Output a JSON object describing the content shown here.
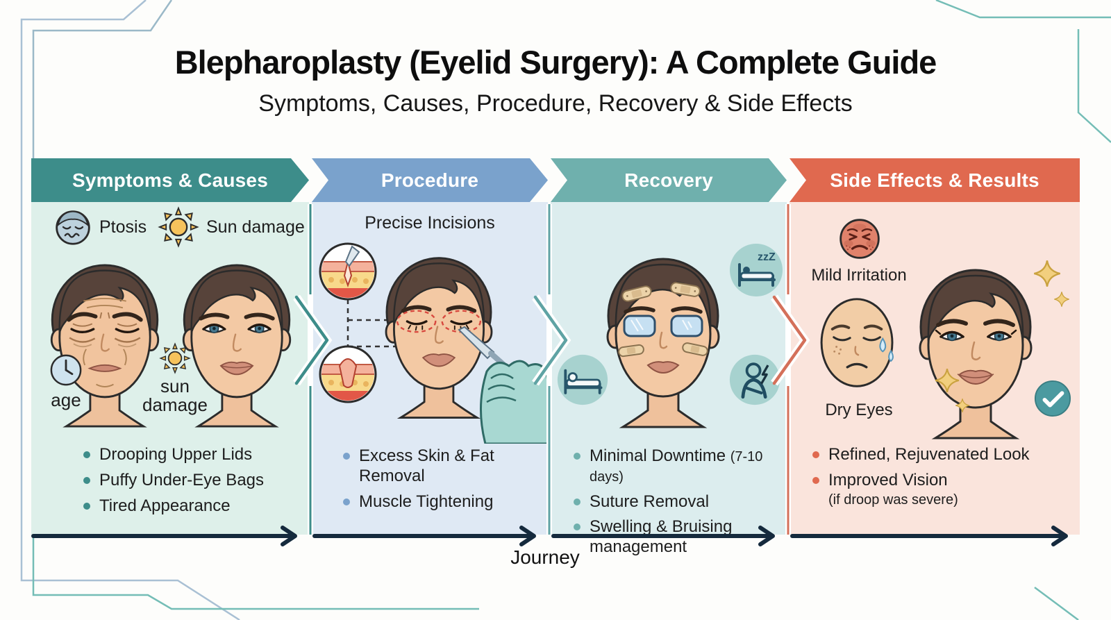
{
  "header": {
    "title": "Blepharoplasty (Eyelid Surgery): A Complete Guide",
    "subtitle": "Symptoms, Causes, Procedure, Recovery & Side Effects"
  },
  "colors": {
    "teal": "#3d8d8a",
    "blue": "#7aa2cc",
    "teal_light": "#6fb0ad",
    "coral": "#e0694f",
    "arrow_line": "#152a3d",
    "body_mint": "#def0ea",
    "body_blue": "#dfe9f4",
    "body_cyan": "#dcedee",
    "body_peach": "#fae4dc"
  },
  "panels": [
    {
      "header": "Symptoms & Causes",
      "accent": "#3d8d8a",
      "top_labels": [
        {
          "icon": "ptosis-face-icon",
          "label": "Ptosis"
        },
        {
          "icon": "sun-icon",
          "label": "Sun damage"
        }
      ],
      "annotations": [
        {
          "icon": "clock-icon",
          "label": "age"
        },
        {
          "icon": "sun-icon",
          "label": "sun damage"
        }
      ],
      "bullets": [
        {
          "text": "Drooping Upper Lids"
        },
        {
          "text": "Puffy Under-Eye Bags"
        },
        {
          "text": "Tired Appearance"
        }
      ]
    },
    {
      "header": "Procedure",
      "accent": "#7aa2cc",
      "caption": "Precise Incisions",
      "icons": [
        "incision-cross-section-icon",
        "closed-incision-icon",
        "scalpel-hand-icon"
      ],
      "bullets": [
        {
          "text": "Excess Skin & Fat Removal"
        },
        {
          "text": "Muscle Tightening"
        }
      ]
    },
    {
      "header": "Recovery",
      "accent": "#6fb0ad",
      "sleep_text": "zzZ",
      "icons": [
        "sleep-bed-icon",
        "rest-bed-icon",
        "pain-person-icon",
        "eye-cold-pads-icon",
        "bandages-icon"
      ],
      "bullets": [
        {
          "text": "Minimal Downtime",
          "note": "(7-10 days)"
        },
        {
          "text": "Suture Removal"
        },
        {
          "text": "Swelling & Bruising management"
        }
      ]
    },
    {
      "header": "Side Effects & Results",
      "accent": "#e0694f",
      "labels": [
        {
          "icon": "irritated-face-icon",
          "label": "Mild Irritation"
        },
        {
          "icon": "dry-eyes-face-icon",
          "label": "Dry Eyes"
        }
      ],
      "result_icons": [
        "sparkle-icon",
        "check-circle-icon"
      ],
      "bullets": [
        {
          "text": "Refined, Rejuvenated Look"
        },
        {
          "text": "Improved Vision",
          "sub": "(if droop was severe)"
        }
      ]
    }
  ],
  "footer": {
    "journey_label": "Journey"
  }
}
